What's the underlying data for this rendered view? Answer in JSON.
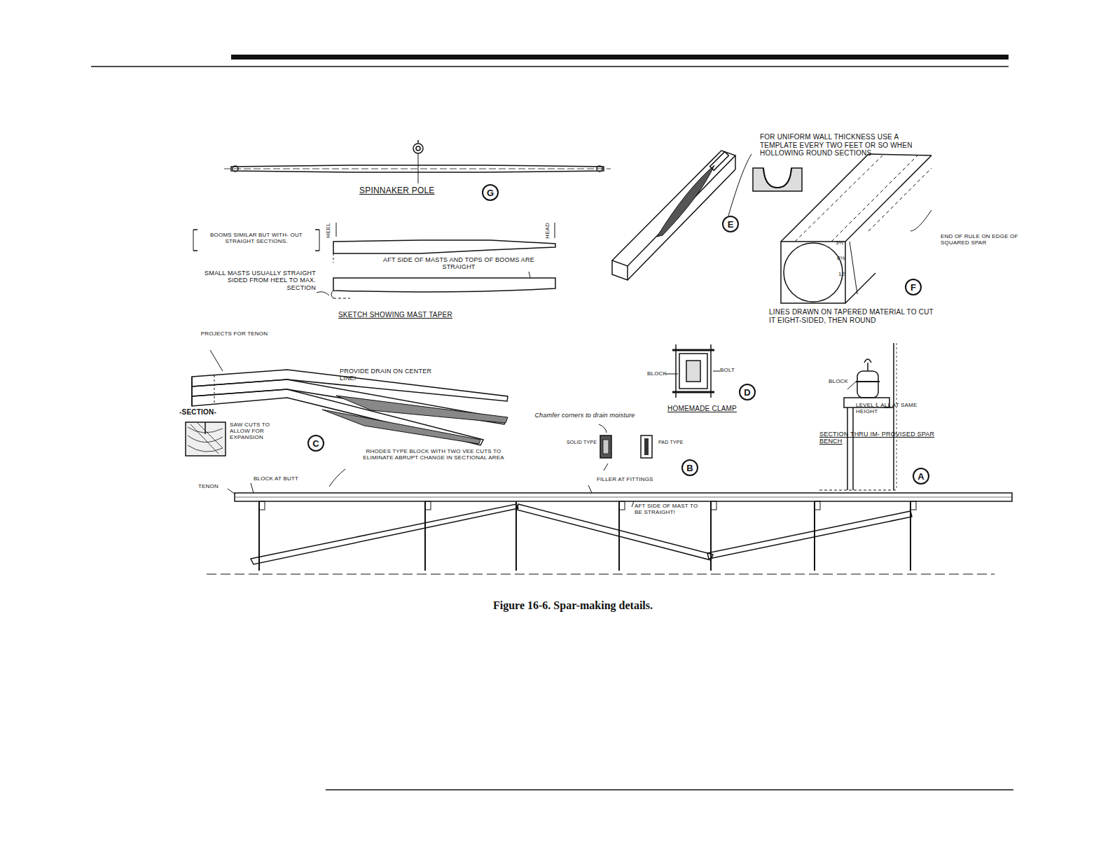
{
  "diagram": {
    "caption": "Figure 16-6. Spar-making details.",
    "nodes": [
      {
        "text": [
          "G"
        ]
      },
      {
        "text": [
          "E"
        ]
      },
      {
        "text": [
          "F"
        ]
      },
      {
        "text": [
          "C"
        ]
      },
      {
        "text": [
          "D"
        ]
      },
      {
        "text": [
          "B"
        ]
      },
      {
        "text": [
          "A"
        ]
      }
    ],
    "labels": [
      "SPINNAKER POLE",
      "BOOMS SIMILAR BUT WITH- OUT STRAIGHT SECTIONS.",
      "HEEL",
      "HEAD",
      "AFT SIDE OF MASTS AND TOPS OF BOOMS ARE STRAIGHT",
      "SMALL MASTS USUALLY STRAIGHT SIDED FROM HEEL TO MAX. SECTION",
      "SKETCH SHOWING MAST TAPER",
      "FOR UNIFORM WALL THICKNESS USE A TEMPLATE EVERY TWO FEET OR SO WHEN HOLLOWING ROUND SECTIONS",
      "END OF RULE ON EDGE OF SQUARED SPAR",
      "3½",
      "8½",
      "12",
      "LINES DRAWN ON TAPERED MATERIAL TO CUT IT EIGHT-SIDED, THEN ROUND",
      "PROJECTS FOR TENON",
      "PROVIDE DRAIN ON CENTER LINE!",
      "-SECTION-",
      "SAW CUTS TO ALLOW FOR EXPANSION",
      "BLOCK",
      "BOLT",
      "HOMEMADE CLAMP",
      "Chamfer corners to drain moisture",
      "SOLID TYPE",
      "PAD TYPE",
      "BLOCK",
      "LEVEL ℄ ALL AT SAME HEIGHT",
      "SECTION THRU IM- PROVISED SPAR BENCH",
      "RHODES TYPE BLOCK WITH TWO VEE CUTS TO ELIMINATE ABRUPT CHANGE IN SECTIONAL AREA",
      "TENON",
      "BLOCK AT BUTT",
      "FILLER AT FITTINGS",
      "AFT SIDE OF MAST TO BE STRAIGHT!"
    ]
  }
}
